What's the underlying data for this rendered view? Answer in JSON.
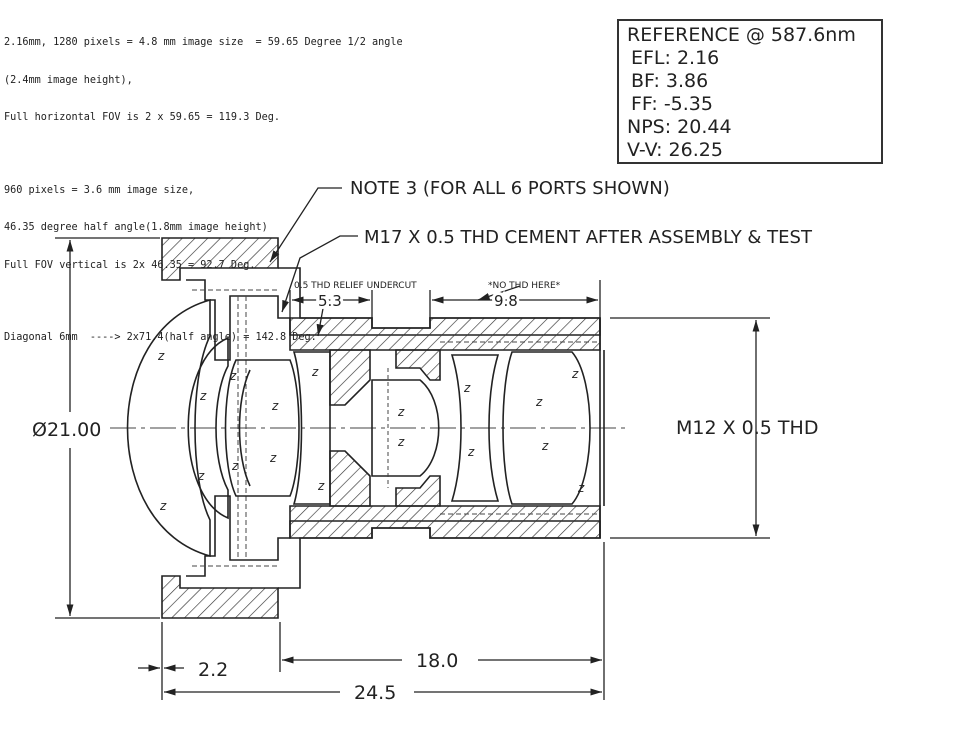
{
  "notes": [
    "2.16mm, 1280 pixels = 4.8 mm image size  = 59.65 Degree 1/2 angle",
    "(2.4mm image height),",
    "Full horizontal FOV is 2 x 59.65 = 119.3 Deg.",
    "",
    "960 pixels = 3.6 mm image size,",
    "46.35 degree half angle(1.8mm image height)",
    "Full FOV vertical is 2x 46.35 = 92.7 Deg.",
    "",
    "Diagonal 6mm  ----> 2x71.4(half angle) = 142.8 Deg."
  ],
  "reference": {
    "title": "REFERENCE @ 587.6nm",
    "efl": "EFL: 2.16",
    "bf": "BF: 3.86",
    "ff": "FF: -5.35",
    "nps": "NPS: 20.44",
    "vv": "V-V: 26.25"
  },
  "callouts": {
    "note3": "NOTE 3 (FOR ALL 6 PORTS SHOWN)",
    "cement": "M17 X 0.5 THD CEMENT AFTER ASSEMBLY & TEST",
    "relief": "0.5 THD RELIEF UNDERCUT",
    "no_thd": "*NO THD HERE*",
    "m12": "M12 X 0.5 THD"
  },
  "dimensions": {
    "d_5_3": "5.3",
    "d_9_8": "9.8",
    "diameter": "Ø21.00",
    "d_2_2": "2.2",
    "d_18_0": "18.0",
    "d_24_5": "24.5"
  },
  "glass_marks": [
    "z",
    "z",
    "z",
    "z",
    "z",
    "z",
    "z",
    "z",
    "z",
    "z",
    "z",
    "z",
    "z",
    "z",
    "z",
    "z",
    "z",
    "z"
  ]
}
